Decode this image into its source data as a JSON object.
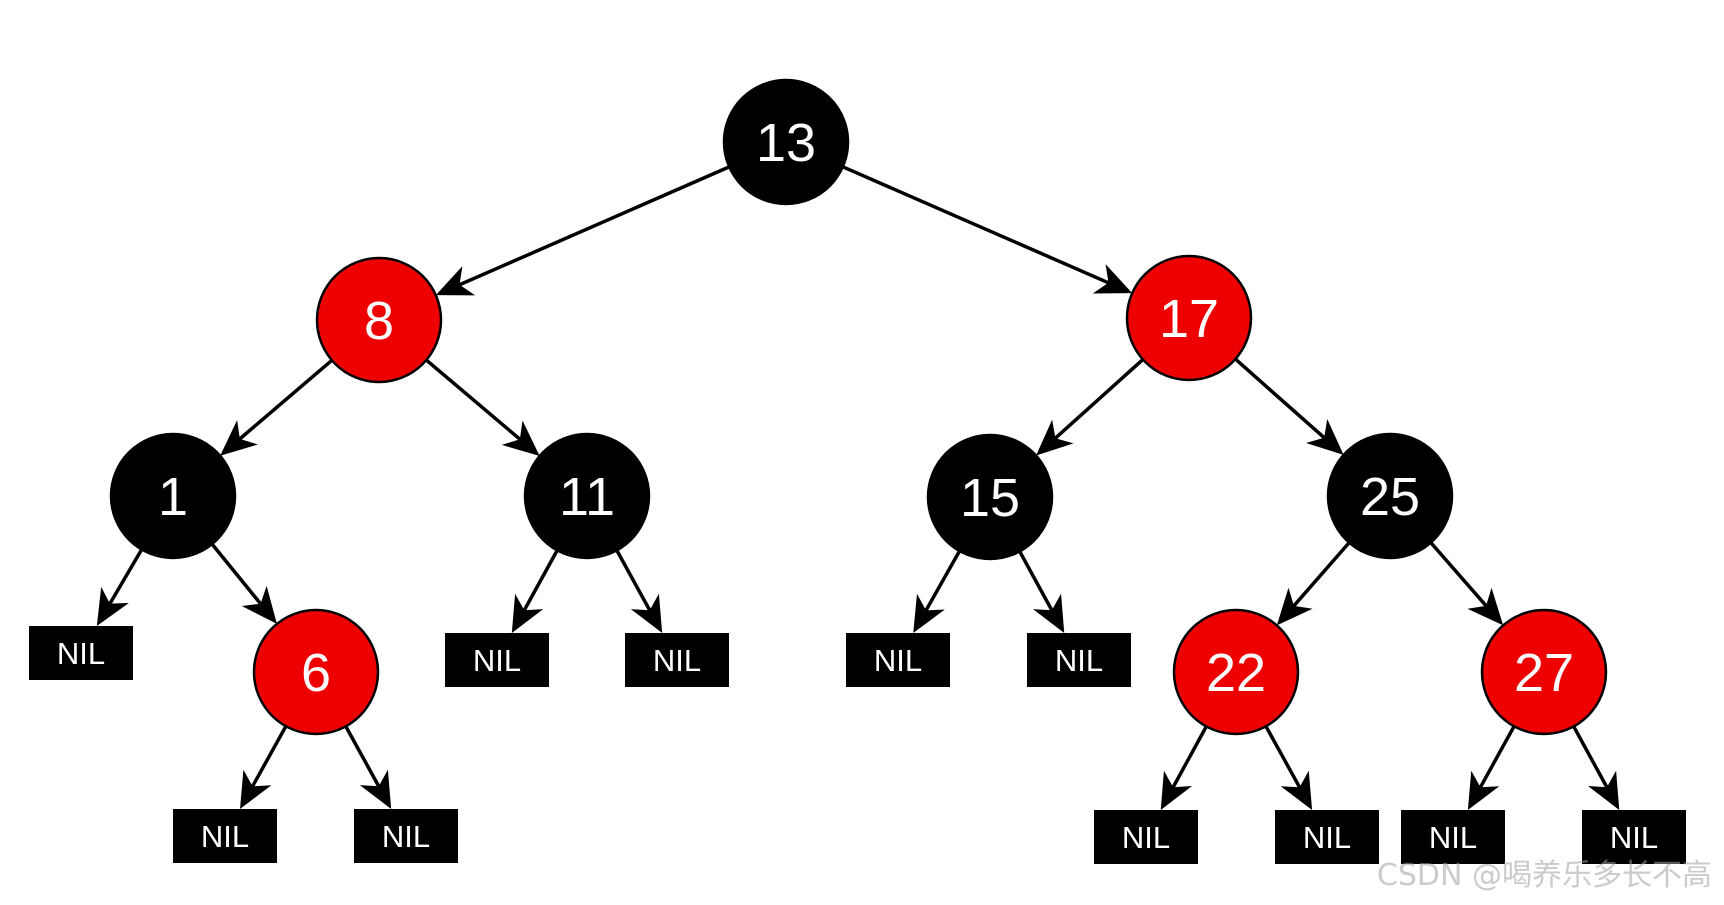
{
  "colors": {
    "red_node": "#ee0000",
    "black_node": "#000000",
    "node_text": "#ffffff",
    "edge": "#000000",
    "watermark": "#a0a0a0"
  },
  "tree": {
    "nodes": [
      {
        "id": "n13",
        "label": "13",
        "color": "black"
      },
      {
        "id": "n8",
        "label": "8",
        "color": "red"
      },
      {
        "id": "n17",
        "label": "17",
        "color": "red"
      },
      {
        "id": "n1",
        "label": "1",
        "color": "black"
      },
      {
        "id": "n11",
        "label": "11",
        "color": "black"
      },
      {
        "id": "n15",
        "label": "15",
        "color": "black"
      },
      {
        "id": "n25",
        "label": "25",
        "color": "black"
      },
      {
        "id": "n6",
        "label": "6",
        "color": "red"
      },
      {
        "id": "n22",
        "label": "22",
        "color": "red"
      },
      {
        "id": "n27",
        "label": "27",
        "color": "red"
      },
      {
        "id": "nil1",
        "label": "NIL",
        "type": "nil"
      },
      {
        "id": "nil2",
        "label": "NIL",
        "type": "nil"
      },
      {
        "id": "nil3",
        "label": "NIL",
        "type": "nil"
      },
      {
        "id": "nil4",
        "label": "NIL",
        "type": "nil"
      },
      {
        "id": "nil5",
        "label": "NIL",
        "type": "nil"
      },
      {
        "id": "nil6",
        "label": "NIL",
        "type": "nil"
      },
      {
        "id": "nil7",
        "label": "NIL",
        "type": "nil"
      },
      {
        "id": "nil8",
        "label": "NIL",
        "type": "nil"
      },
      {
        "id": "nil9",
        "label": "NIL",
        "type": "nil"
      },
      {
        "id": "nil10",
        "label": "NIL",
        "type": "nil"
      },
      {
        "id": "nil11",
        "label": "NIL",
        "type": "nil"
      }
    ],
    "edges": [
      [
        "n13",
        "n8"
      ],
      [
        "n13",
        "n17"
      ],
      [
        "n8",
        "n1"
      ],
      [
        "n8",
        "n11"
      ],
      [
        "n17",
        "n15"
      ],
      [
        "n17",
        "n25"
      ],
      [
        "n1",
        "nil1"
      ],
      [
        "n1",
        "n6"
      ],
      [
        "n6",
        "nil2"
      ],
      [
        "n6",
        "nil3"
      ],
      [
        "n11",
        "nil4"
      ],
      [
        "n11",
        "nil5"
      ],
      [
        "n15",
        "nil6"
      ],
      [
        "n15",
        "nil7"
      ],
      [
        "n25",
        "n22"
      ],
      [
        "n25",
        "n27"
      ],
      [
        "n22",
        "nil8"
      ],
      [
        "n22",
        "nil9"
      ],
      [
        "n27",
        "nil10"
      ],
      [
        "n27",
        "nil11"
      ]
    ]
  },
  "watermark": "CSDN @喝养乐多长不高"
}
